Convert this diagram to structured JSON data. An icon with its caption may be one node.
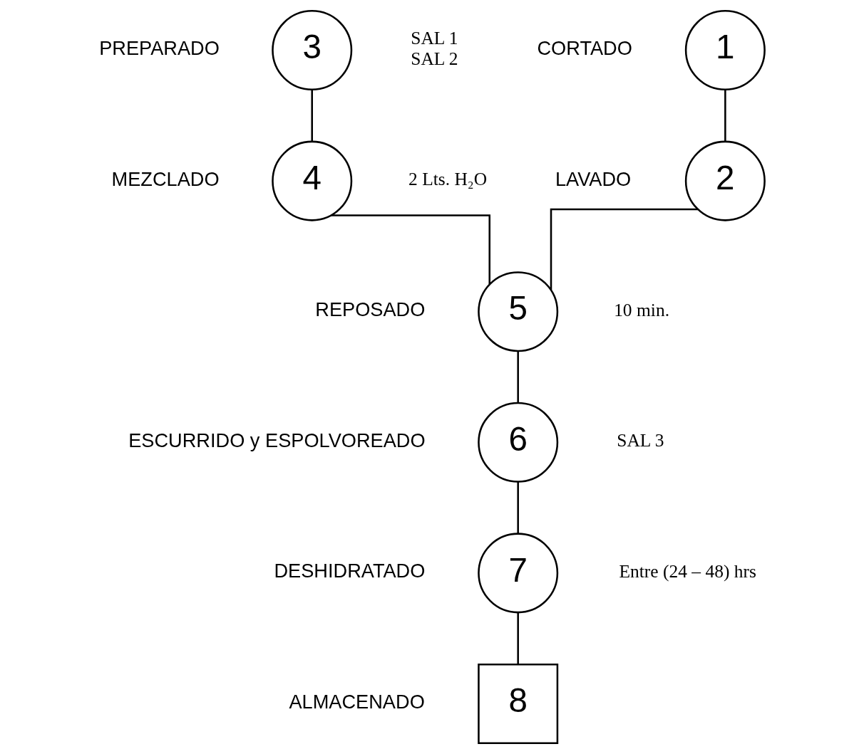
{
  "diagram": {
    "nodes": [
      {
        "text": [
          "1"
        ],
        "beside": [
          "CORTADO"
        ]
      },
      {
        "text": [
          "2"
        ],
        "beside": [
          "LAVADO"
        ]
      },
      {
        "text": [
          "3"
        ],
        "beside": [
          "PREPARADO",
          "SAL 1",
          "SAL 2"
        ]
      },
      {
        "text": [
          "4"
        ],
        "beside": [
          "MEZCLADO",
          "2 Lts. H₂O"
        ]
      },
      {
        "text": [
          "5"
        ],
        "beside": [
          "REPOSADO",
          "10 min."
        ]
      },
      {
        "text": [
          "6"
        ],
        "beside": [
          "ESCURRIDO y ESPOLVOREADO",
          "SAL 3"
        ]
      },
      {
        "text": [
          "7"
        ],
        "beside": [
          "DESHIDRATADO",
          "Entre (24 – 48) hrs"
        ]
      },
      {
        "text": [
          "8"
        ],
        "beside": [
          "ALMACENADO"
        ]
      }
    ],
    "edges": [
      {
        "from": 0,
        "to": 1,
        "arrow": "none"
      },
      {
        "from": 2,
        "to": 3,
        "arrow": "none"
      },
      {
        "from": 1,
        "to": 4,
        "arrow": "none"
      },
      {
        "from": 3,
        "to": 4,
        "arrow": "none"
      },
      {
        "from": 4,
        "to": 5,
        "arrow": "none"
      },
      {
        "from": 5,
        "to": 6,
        "arrow": "none"
      },
      {
        "from": 6,
        "to": 7,
        "arrow": "none"
      }
    ]
  }
}
